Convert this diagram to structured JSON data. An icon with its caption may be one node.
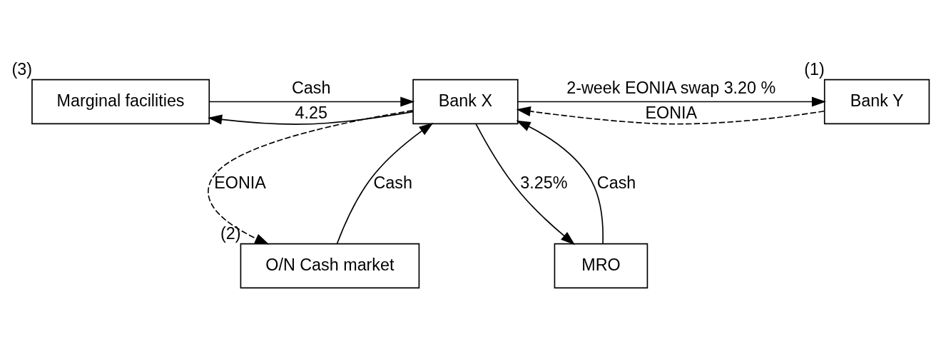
{
  "diagram": {
    "nodes": [
      {
        "text": [
          "Marginal facilities"
        ],
        "beside": [
          "(3)"
        ]
      },
      {
        "text": [
          "Bank X"
        ]
      },
      {
        "text": [
          "Bank Y"
        ],
        "beside": [
          "(1)"
        ]
      },
      {
        "text": [
          "O/N Cash market"
        ],
        "beside": [
          "(2)"
        ]
      },
      {
        "text": [
          "MRO"
        ]
      }
    ],
    "edges": [
      {
        "from": 0,
        "to": 1,
        "arrow": "to",
        "label": "Cash"
      },
      {
        "from": 1,
        "to": 0,
        "arrow": "to",
        "label": "4.25"
      },
      {
        "from": 1,
        "to": 2,
        "arrow": "to",
        "label": "2-week EONIA swap 3.20 %"
      },
      {
        "from": 2,
        "to": 1,
        "arrow": "to",
        "label": "EONIA",
        "style": "dashed"
      },
      {
        "from": 1,
        "to": 3,
        "arrow": "to",
        "label": "EONIA",
        "style": "dashed"
      },
      {
        "from": 3,
        "to": 1,
        "arrow": "to",
        "label": "Cash"
      },
      {
        "from": 1,
        "to": 4,
        "arrow": "to",
        "label": "3.25%"
      },
      {
        "from": 4,
        "to": 1,
        "arrow": "to",
        "label": "Cash"
      }
    ]
  }
}
